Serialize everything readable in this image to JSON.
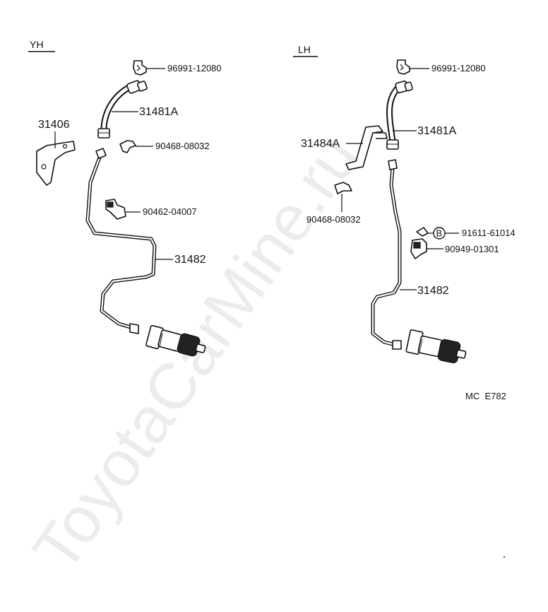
{
  "watermark": "ToyotaCarMine.ru",
  "figure_code": "MC  E782",
  "left_view": {
    "title": "YH",
    "labels": {
      "clip": "96991-12080",
      "hose": "31481A",
      "bracket": "31406",
      "clip_small": "90468-08032",
      "clamp": "90462-04007",
      "tube": "31482"
    }
  },
  "right_view": {
    "title": "LH",
    "labels": {
      "clip": "96991-12080",
      "hose": "31481A",
      "bracket": "31484A",
      "clip_small": "90468-08032",
      "bolt_mark": "B",
      "bolt": "91611-61014",
      "clamp": "90949-01301",
      "tube": "31482"
    }
  }
}
